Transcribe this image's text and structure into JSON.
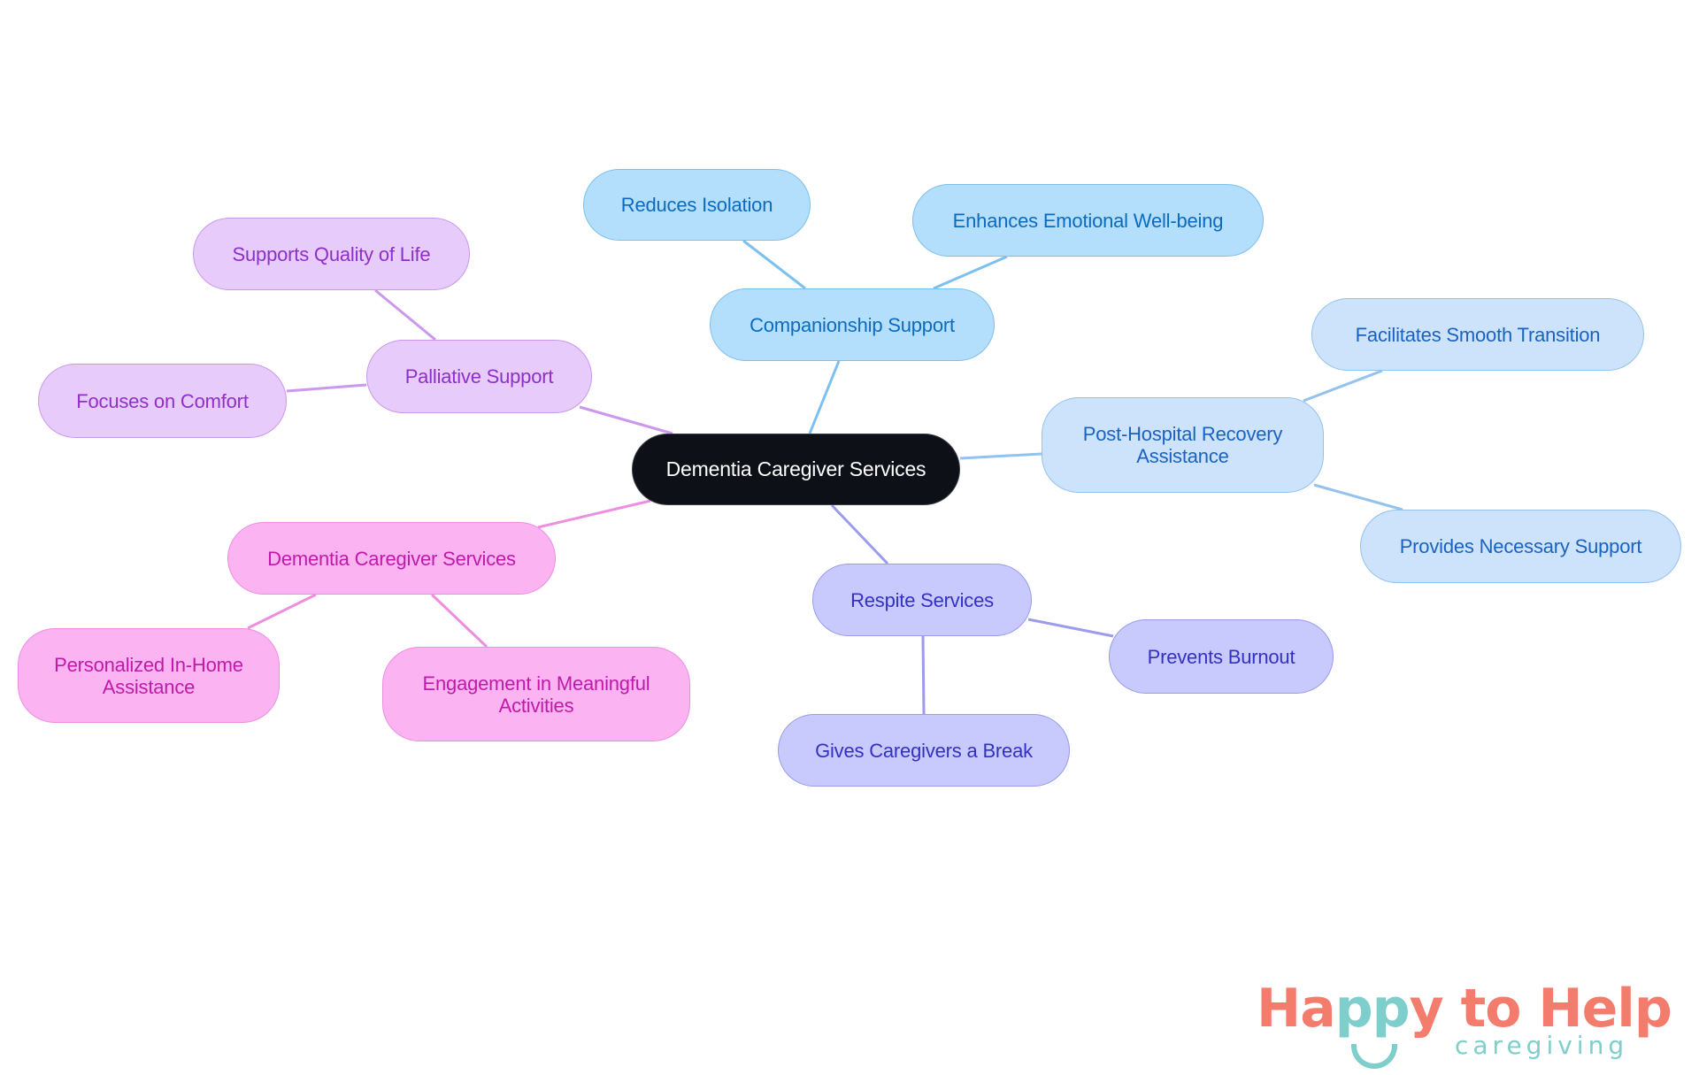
{
  "diagram": {
    "type": "mindmap",
    "root": {
      "label": "Dementia Caregiver Services"
    },
    "branches": [
      {
        "label": "Companionship Support",
        "color": "#b3defc",
        "children": [
          {
            "label": "Reduces Isolation"
          },
          {
            "label": "Enhances Emotional Well-being"
          }
        ]
      },
      {
        "label": "Post-Hospital Recovery Assistance",
        "color": "#cde3fb",
        "children": [
          {
            "label": "Facilitates Smooth Transition"
          },
          {
            "label": "Provides Necessary Support"
          }
        ]
      },
      {
        "label": "Respite Services",
        "color": "#c8c9fc",
        "children": [
          {
            "label": "Prevents Burnout"
          },
          {
            "label": "Gives Caregivers a Break"
          }
        ]
      },
      {
        "label": "Palliative Support",
        "color": "#e6cbfb",
        "children": [
          {
            "label": "Supports Quality of Life"
          },
          {
            "label": "Focuses on Comfort"
          }
        ]
      },
      {
        "label": "Dementia Caregiver Services",
        "color": "#fcb3f1",
        "children": [
          {
            "label": "Personalized In-Home Assistance"
          },
          {
            "label": "Engagement in Meaningful Activities"
          }
        ]
      }
    ]
  },
  "logo": {
    "part1": "Ha",
    "part2": "pp",
    "part3": "y to Help",
    "tagline": "caregiving",
    "primary_color": "#f47c6c",
    "accent_color": "#7ecfcc"
  },
  "edge_colors": {
    "companionship": "#7cc0f0",
    "post_hospital": "#93c2ee",
    "respite": "#9a9cec",
    "palliative": "#cb98ee",
    "dcs": "#ee8ee0"
  }
}
